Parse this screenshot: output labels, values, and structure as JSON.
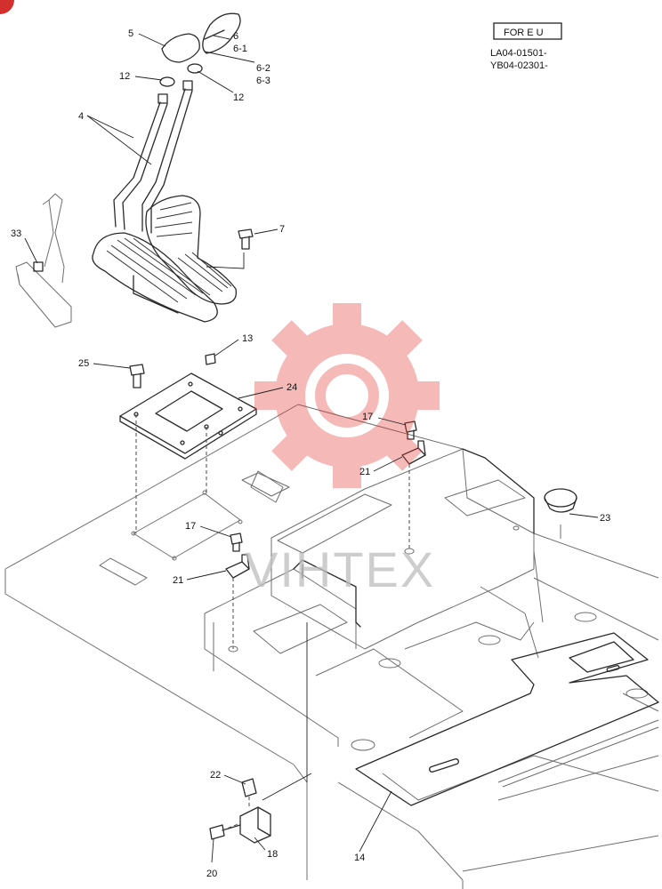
{
  "diagram": {
    "region_label": "FOR E U",
    "serial_ranges": [
      "LA04-01501-",
      "YB04-02301-"
    ],
    "watermark_text": "VIHTEX",
    "watermark_color": "#e53935",
    "parts": [
      {
        "id": "p5",
        "label": "5"
      },
      {
        "id": "p6",
        "label": "6"
      },
      {
        "id": "p6-1",
        "label": "6-1"
      },
      {
        "id": "p6-2",
        "label": "6-2"
      },
      {
        "id": "p6-3",
        "label": "6-3"
      },
      {
        "id": "p12a",
        "label": "12"
      },
      {
        "id": "p12b",
        "label": "12"
      },
      {
        "id": "p4",
        "label": "4"
      },
      {
        "id": "p7",
        "label": "7"
      },
      {
        "id": "p33",
        "label": "33"
      },
      {
        "id": "p13",
        "label": "13"
      },
      {
        "id": "p25",
        "label": "25"
      },
      {
        "id": "p24",
        "label": "24"
      },
      {
        "id": "p17a",
        "label": "17"
      },
      {
        "id": "p21a",
        "label": "21"
      },
      {
        "id": "p23",
        "label": "23"
      },
      {
        "id": "p17b",
        "label": "17"
      },
      {
        "id": "p21b",
        "label": "21"
      },
      {
        "id": "p22",
        "label": "22"
      },
      {
        "id": "p18",
        "label": "18"
      },
      {
        "id": "p20",
        "label": "20"
      },
      {
        "id": "p14",
        "label": "14"
      }
    ]
  }
}
